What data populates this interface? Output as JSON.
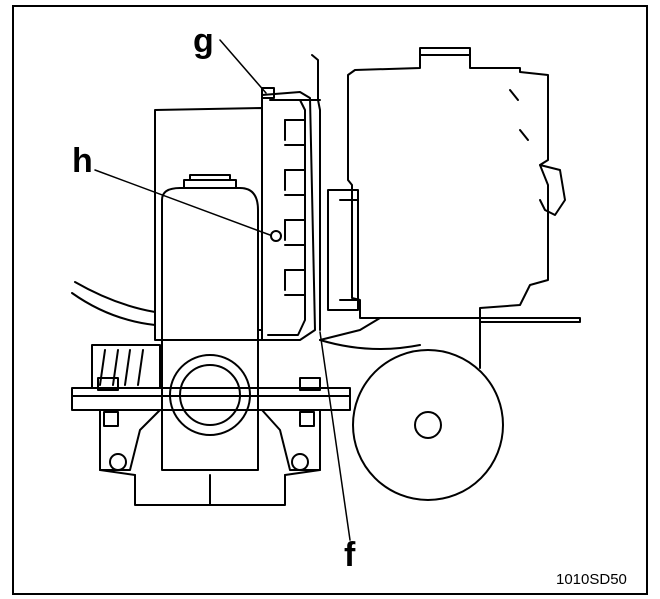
{
  "figure": {
    "labels": {
      "g": "g",
      "h": "h",
      "f": "f"
    },
    "figure_id": "1010SD50"
  }
}
